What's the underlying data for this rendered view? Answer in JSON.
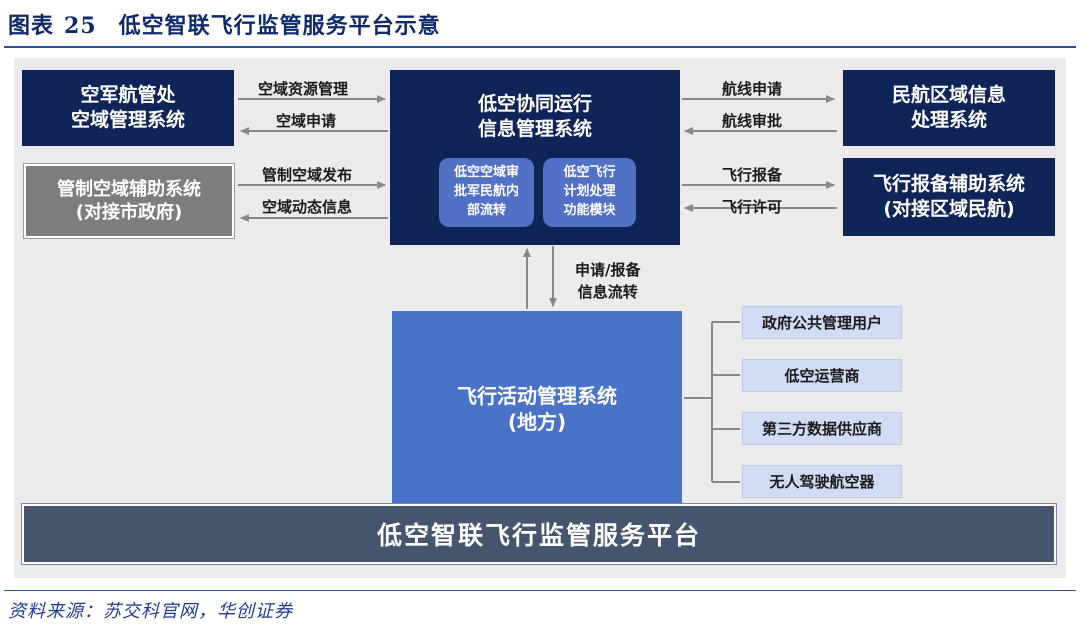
{
  "figure": {
    "label": "图表",
    "number": "25",
    "title": "低空智联飞行监管服务平台示意"
  },
  "boxes": {
    "air_force": [
      "空军航管处",
      "空域管理系统"
    ],
    "municipal": [
      "管制空域辅助系统",
      "(对接市政府)"
    ],
    "center": [
      "低空协同运行",
      "信息管理系统"
    ],
    "civil_aviation": [
      "民航区域信息",
      "处理系统"
    ],
    "flight_filing": [
      "飞行报备辅助系统",
      "(对接区域民航)"
    ],
    "flight_activity": [
      "飞行活动管理系统",
      "(地方)"
    ]
  },
  "submodules": {
    "approval": [
      "低空空域审",
      "批军民航内",
      "部流转"
    ],
    "planning": [
      "低空飞行",
      "计划处理",
      "功能模块"
    ]
  },
  "flows": {
    "airspace_resource_mgmt": "空域资源管理",
    "airspace_application": "空域申请",
    "controlled_airspace_release": "管制空域发布",
    "airspace_dynamic_info": "空域动态信息",
    "route_application": "航线申请",
    "route_approval": "航线审批",
    "flight_filing": "飞行报备",
    "flight_permit": "飞行许可",
    "vertical": [
      "申请/报备",
      "信息流转"
    ]
  },
  "users": [
    "政府公共管理用户",
    "低空运营商",
    "第三方数据供应商",
    "无人驾驶航空器"
  ],
  "platform": "低空智联飞行监管服务平台",
  "source": "资料来源：苏交科官网，华创证券",
  "colors": {
    "navy": "#0f2457",
    "blue": "#4873c9",
    "grey": "#7d7d7d",
    "platform": "#45556e",
    "title": "#0e2a6b"
  }
}
